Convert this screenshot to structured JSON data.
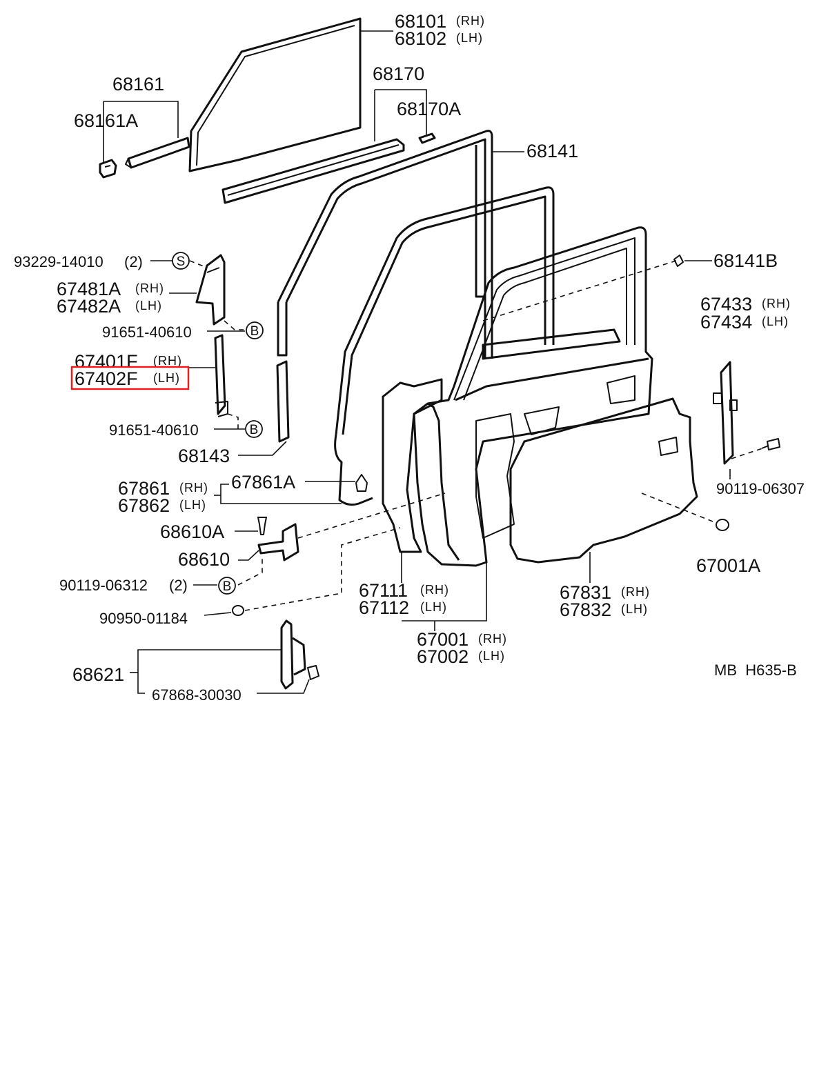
{
  "drawing_code": "MB  H635-B",
  "highlight": {
    "color": "#e02020",
    "part": "67402F"
  },
  "symbols": {
    "S": "S",
    "B": "B"
  },
  "labels": {
    "p68101": {
      "num": "68101",
      "sfx": "(RH)"
    },
    "p68102": {
      "num": "68102",
      "sfx": "(LH)"
    },
    "p68161": {
      "num": "68161"
    },
    "p68161A": {
      "num": "68161A"
    },
    "p68170": {
      "num": "68170"
    },
    "p68170A": {
      "num": "68170A"
    },
    "p68141": {
      "num": "68141"
    },
    "p68141B": {
      "num": "68141B"
    },
    "p93229": {
      "num": "93229-14010",
      "qty": "(2)"
    },
    "p67481A": {
      "num": "67481A",
      "sfx": "(RH)"
    },
    "p67482A": {
      "num": "67482A",
      "sfx": "(LH)"
    },
    "p91651a": {
      "num": "91651-40610"
    },
    "p67401F": {
      "num": "67401F",
      "sfx": "(RH)"
    },
    "p67402F": {
      "num": "67402F",
      "sfx": "(LH)"
    },
    "p91651b": {
      "num": "91651-40610"
    },
    "p68143": {
      "num": "68143"
    },
    "p67861": {
      "num": "67861",
      "sfx": "(RH)"
    },
    "p67862": {
      "num": "67862",
      "sfx": "(LH)"
    },
    "p67861A": {
      "num": "67861A"
    },
    "p68610A": {
      "num": "68610A"
    },
    "p68610": {
      "num": "68610"
    },
    "p90119a": {
      "num": "90119-06312",
      "qty": "(2)"
    },
    "p90950": {
      "num": "90950-01184"
    },
    "p68621": {
      "num": "68621"
    },
    "p67868": {
      "num": "67868-30030"
    },
    "p67111": {
      "num": "67111",
      "sfx": "(RH)"
    },
    "p67112": {
      "num": "67112",
      "sfx": "(LH)"
    },
    "p67001": {
      "num": "67001",
      "sfx": "(RH)"
    },
    "p67002": {
      "num": "67002",
      "sfx": "(LH)"
    },
    "p67831": {
      "num": "67831",
      "sfx": "(RH)"
    },
    "p67832": {
      "num": "67832",
      "sfx": "(LH)"
    },
    "p67001A": {
      "num": "67001A"
    },
    "p67433": {
      "num": "67433",
      "sfx": "(RH)"
    },
    "p67434": {
      "num": "67434",
      "sfx": "(LH)"
    },
    "p90119b": {
      "num": "90119-06307"
    }
  }
}
